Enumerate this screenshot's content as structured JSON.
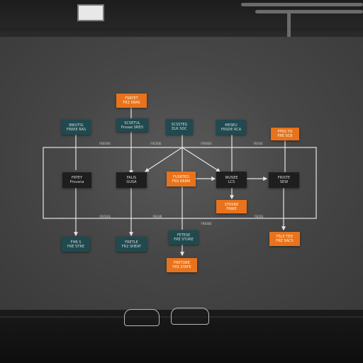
{
  "nodes": {
    "top": {
      "line1": "FSRTET",
      "line2": "FR2 SRAS",
      "color": "orange"
    },
    "t1": {
      "line1": "BWUTIG",
      "line2": "FRWIE RAS",
      "color": "teal"
    },
    "t2": {
      "line1": "SCSETUL",
      "line2": "Pnoaw SREO",
      "color": "teal"
    },
    "t3": {
      "line1": "SCSSTEG",
      "line2": "ELR SOC",
      "color": "teal"
    },
    "t4": {
      "line1": "MESEU",
      "line2": "FRSDE RCA",
      "color": "teal"
    },
    "t5": {
      "line1": "FFRS TO",
      "line2": "FRE SCB",
      "color": "orange"
    },
    "m1": {
      "line1": "FRTEY",
      "line2": "Prsvana",
      "color": "dark"
    },
    "m2": {
      "line1": "FALIS",
      "line2": "GUSA",
      "color": "dark"
    },
    "m3": {
      "line1": "FUSRTED",
      "line2": "FRS REAM",
      "color": "orange"
    },
    "m4": {
      "line1": "WUSEE",
      "line2": "LCS",
      "color": "dark"
    },
    "m5": {
      "line1": "FRISTE",
      "line2": "SEW",
      "color": "dark"
    },
    "m4b": {
      "line1": "STRSRE",
      "line2": "FRWE",
      "color": "orange"
    },
    "b1": {
      "line1": "FHR S",
      "line2": "FRE STRE",
      "color": "teal"
    },
    "b2": {
      "line1": "FRETLE",
      "line2": "FR2 SHEAT",
      "color": "teal"
    },
    "b3": {
      "line1": "FETESE",
      "line2": "FRE STURE",
      "color": "teal"
    },
    "b3b": {
      "line1": "FRETURE",
      "line2": "FRS STAFE",
      "color": "orange"
    },
    "b5": {
      "line1": "FSLE TED",
      "line2": "FRE SACS",
      "color": "orange"
    }
  },
  "edge_labels": {
    "top1": "FEEOSS",
    "top2": "FSCESE",
    "top3": "FSRSES",
    "top4": "FEOSS",
    "bot1": "FECESS",
    "bot2": "FEUSR",
    "bot3": "FRESEE",
    "bot4": "FSCES"
  },
  "colors": {
    "orange": "#e8731c",
    "teal": "#1f4a4f",
    "dark": "#1e1e1e",
    "line": "#e6e6e6"
  }
}
